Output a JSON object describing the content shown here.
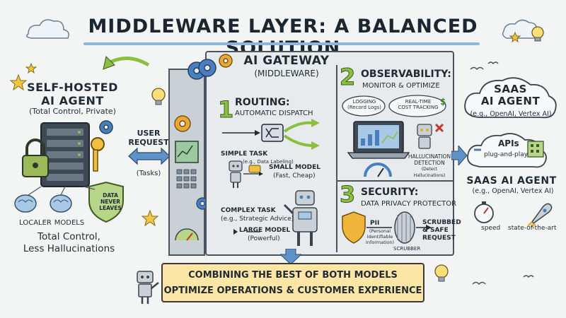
{
  "title": "MIDDLEWARE LAYER: A BALANCED SOLUTION",
  "left": {
    "title_line1": "SELF-HOSTED",
    "title_line2": "AI AGENT",
    "subtitle": "(Total Control, Private)",
    "label_localer": "LOCALER",
    "label_models": "MODELS",
    "shield_line1": "DATA",
    "shield_line2": "NEVER",
    "shield_line3": "LEAVES",
    "bottom_line1": "Total Control,",
    "bottom_line2": "Less Hallucinations"
  },
  "request": {
    "line1": "USER",
    "line2": "REQUEST",
    "tasks": "(Tasks)"
  },
  "gateway": {
    "title": "AI GATEWAY",
    "subtitle": "(MIDDLEWARE)"
  },
  "routing": {
    "number": "1",
    "title": "ROUTING:",
    "subtitle": "AUTOMATIC DISPATCH",
    "simple_task": "SIMPLE TASK",
    "simple_example": "(e.g., Data Labeling)",
    "small_model": "SMALL MODEL",
    "small_model_note": "(Fast, Cheap)",
    "complex_task": "COMPLEX TASK",
    "complex_example": "(e.g., Strategic Advice)",
    "large_model": "LARGE MODEL",
    "large_model_note": "(Powerful)"
  },
  "observability": {
    "number": "2",
    "title": "OBSERVABILITY:",
    "subtitle": "MONITOR & OPTIMIZE",
    "logging_line1": "LOGGING",
    "logging_line2": "(Record Logs)",
    "tracking_line1": "REAL-TIME",
    "tracking_line2": "COST TRACKING",
    "dollar": "$",
    "hallucination_line1": "HALLUCINATION",
    "hallucination_line2": "DETECTION",
    "hallucination_line3": "(Detect Hallucinations)"
  },
  "security": {
    "number": "3",
    "title": "SECURITY:",
    "subtitle": "DATA PRIVACY PROTECTOR",
    "pii": "PII",
    "pii_line1": "(Personal",
    "pii_line2": "Identifiable",
    "pii_line3": "Information)",
    "scrubber": "SCRUBBER",
    "scrubbed_line1": "SCRUBBED",
    "scrubbed_line2": "& SAFE",
    "scrubbed_line3": "REQUEST"
  },
  "right": {
    "cloud_line1": "SAAS",
    "cloud_line2": "AI AGENT",
    "cloud_sub": "(e.g., OpenAI, Vertex AI)",
    "apis": "APIs",
    "plug_and_play": "plug-and-play",
    "title2": "SAAS AI AGENT",
    "sub2": "(e.g., OpenAI, Vertex AI)",
    "speed": "speed",
    "state_of_the_art": "state-of-the-art"
  },
  "banner": {
    "line1": "COMBINING THE BEST OF BOTH MODELS",
    "line2": "OPTIMIZE OPERATIONS & CUSTOMER EXPERIENCE"
  },
  "colors": {
    "accent_green": "#8cbf3f",
    "arrow_blue": "#5e92c8",
    "banner_yellow": "#fbe6a6",
    "gear_orange": "#e9a93a",
    "gear_blue": "#4a7fbf",
    "line_dark": "#4a5560"
  }
}
